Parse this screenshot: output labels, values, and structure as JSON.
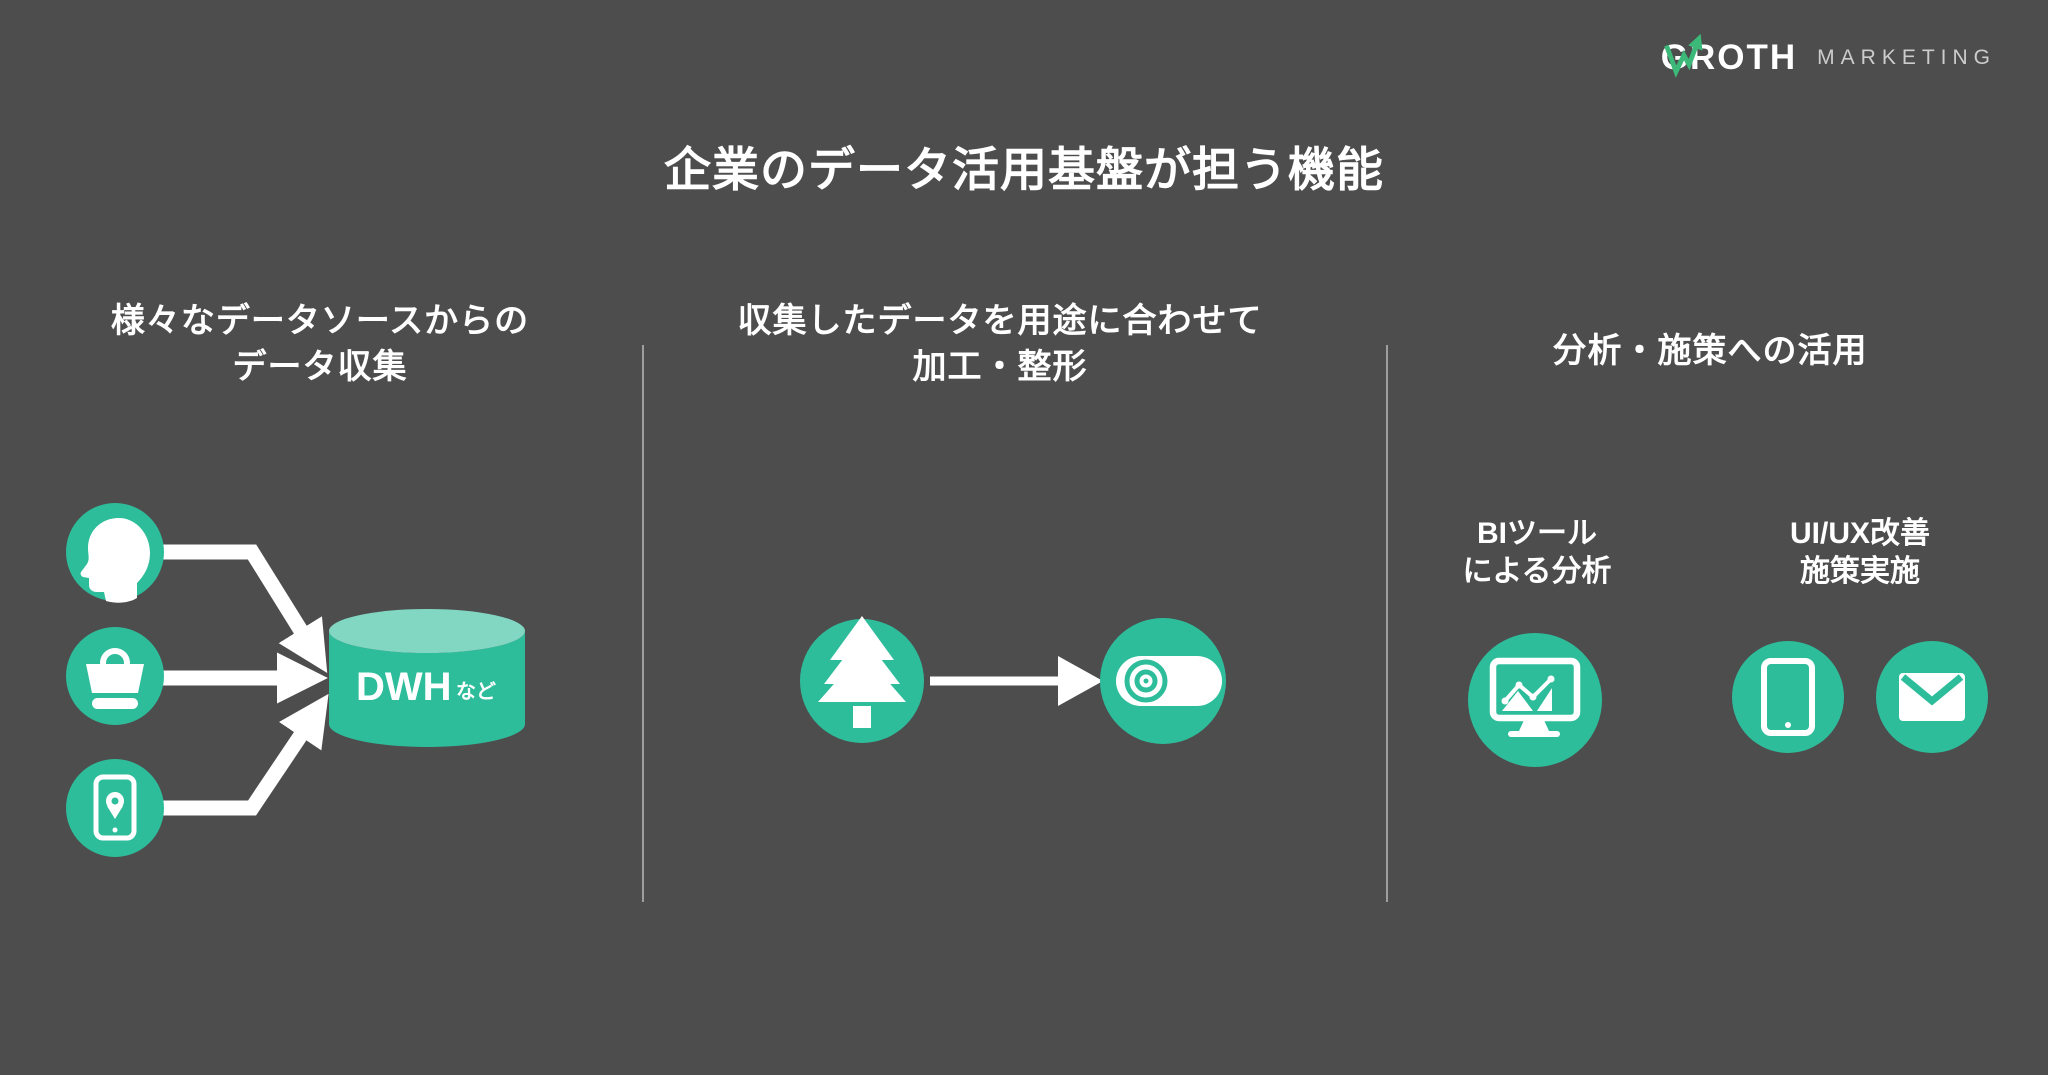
{
  "page": {
    "title": "企業のデータ活用基盤が担う機能",
    "background_color": "#4d4d4d"
  },
  "logo": {
    "brand_left": "GRO",
    "brand_right": "TH",
    "sub": "MARKETING",
    "arrow_icon": "growth-arrow-icon",
    "arrow_color": "#3cb878"
  },
  "colors": {
    "accent_green": "#2ebd9b",
    "cylinder_top": "#82d7c3",
    "divider": "#9e9e9e",
    "text": "#ffffff",
    "logo_sub_gray": "#cccccc"
  },
  "columns": {
    "collect": {
      "heading_line1": "様々なデータソースからの",
      "heading_line2": "データ収集",
      "source_icons": [
        "user-head-icon",
        "shopping-bag-icon",
        "mobile-location-icon"
      ],
      "flow_icon": "converging-arrows-icon",
      "dwh_label": "DWH",
      "dwh_suffix": "など"
    },
    "transform": {
      "heading_line1": "収集したデータを用途に合わせて",
      "heading_line2": "加工・整形",
      "icons": [
        "tree-icon",
        "right-arrow-icon",
        "log-icon"
      ]
    },
    "utilize": {
      "heading": "分析・施策への活用",
      "items": [
        {
          "line1": "BIツール",
          "line2": "による分析",
          "icons": [
            "bi-monitor-icon"
          ]
        },
        {
          "line1": "UI/UX改善",
          "line2": "施策実施",
          "icons": [
            "tablet-icon",
            "mail-icon"
          ]
        }
      ]
    }
  }
}
